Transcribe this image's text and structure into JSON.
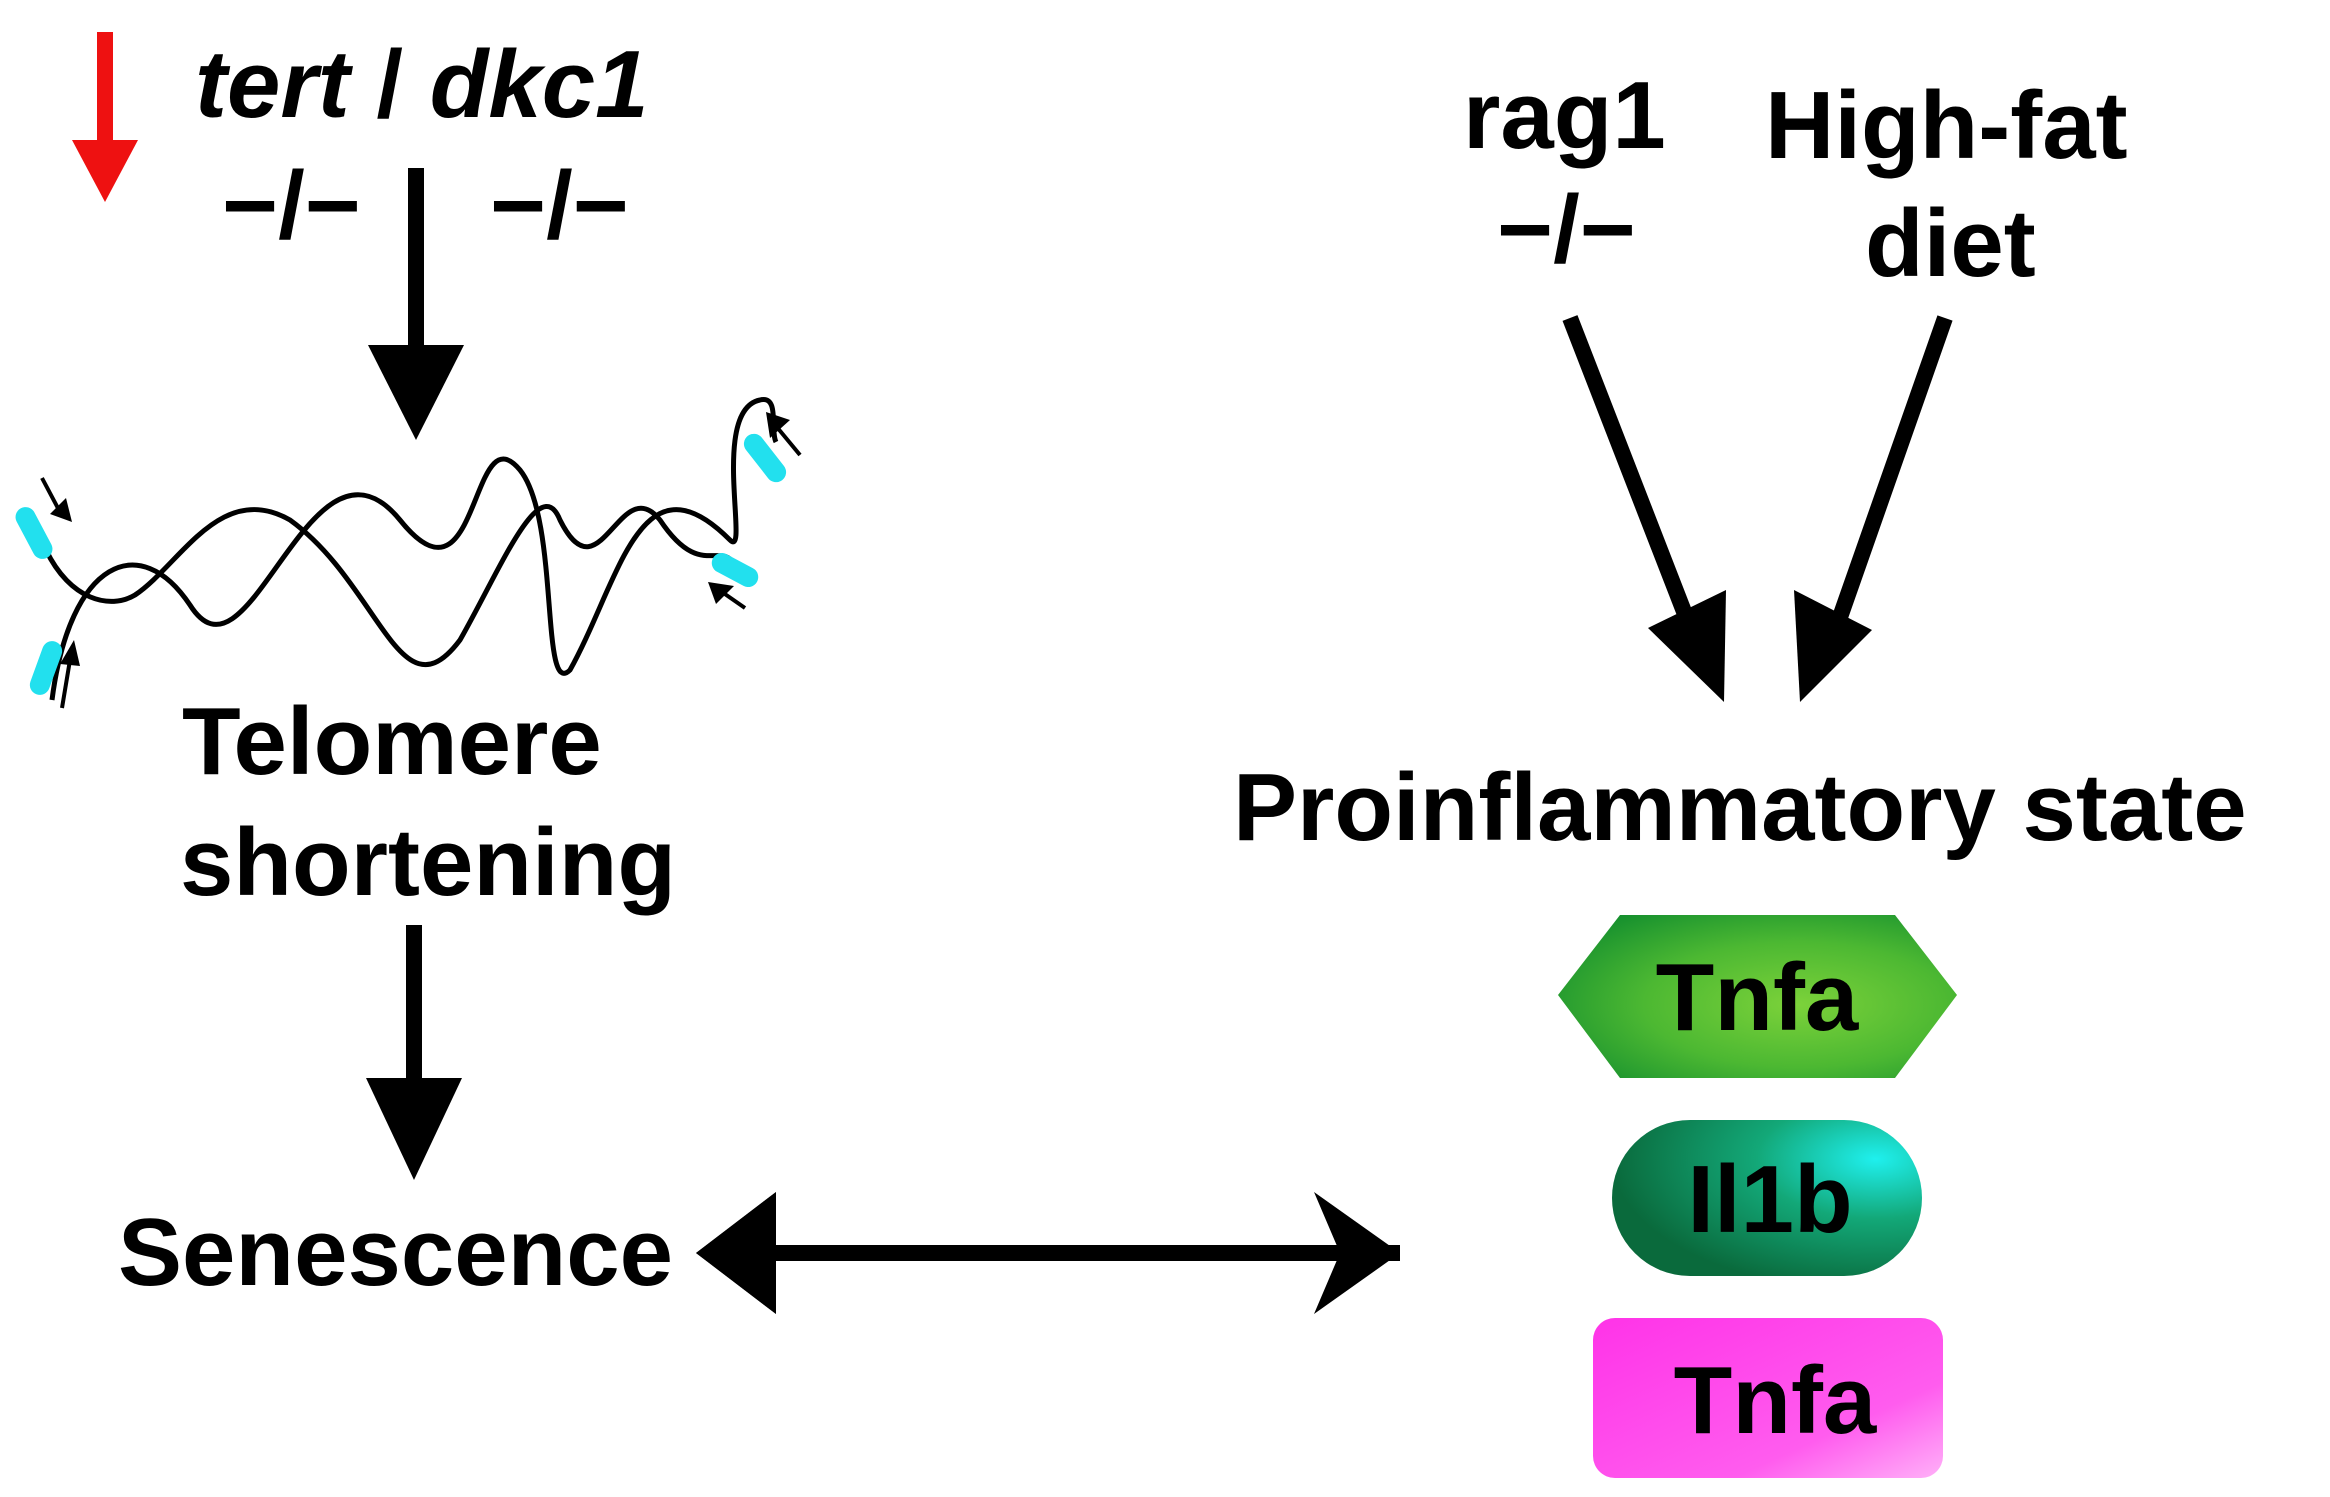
{
  "colors": {
    "down_arrow": "#ee1111",
    "telomere_cap": "#22e0ee",
    "tnfa_green_light": "#7cd23a",
    "tnfa_green_dark": "#16902e",
    "il1b_cyan": "#1ff0ee",
    "il1b_dark": "#0a6a3c",
    "tnfa_magenta_light": "#ff9cf6",
    "tnfa_magenta": "#ff33e8"
  },
  "icons": {
    "decrease": "red-down-arrow-icon",
    "telomere": "chromosome-strands-icon"
  },
  "left": {
    "gene1": "tert",
    "separator": " / ",
    "gene2": "dkc1",
    "gene1_genotype": "−/−",
    "gene2_genotype": "−/−",
    "telomere_line1": "Telomere",
    "telomere_line2": "shortening",
    "senescence": "Senescence"
  },
  "right": {
    "rag1_line1": "rag1",
    "rag1_line2": "−/−",
    "diet_line1": "High-fat",
    "diet_line2": "diet",
    "state": "Proinflammatory state"
  },
  "markers": [
    {
      "label": "Tnfa",
      "shape": "hexagon"
    },
    {
      "label": "Il1b",
      "shape": "pill"
    },
    {
      "label": "Tnfa",
      "shape": "rounded-rect"
    }
  ]
}
